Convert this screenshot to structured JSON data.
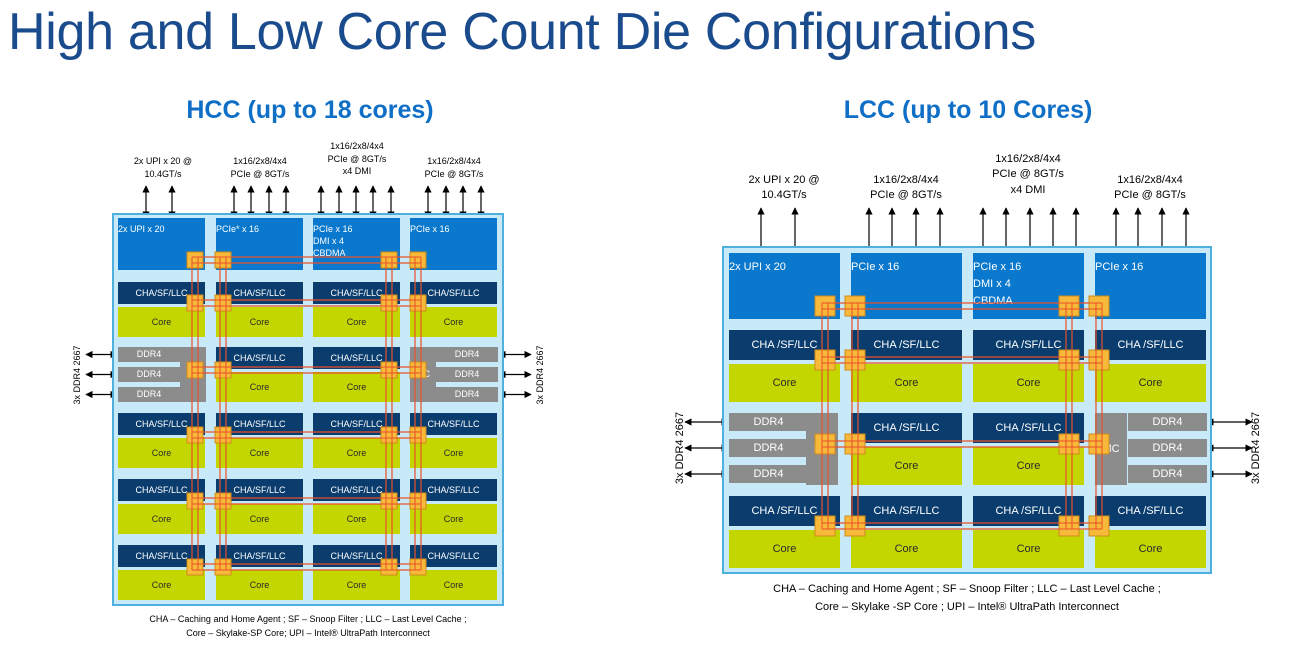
{
  "title": "High and Low Core Count Die Configurations",
  "hcc": {
    "subtitle": "HCC (up to 18 cores)",
    "top_labels": [
      "2x UPI x 20 @\n10.4GT/s",
      "1x16/2x8/4x4\nPCIe @ 8GT/s",
      "1x16/2x8/4x4\nPCIe @ 8GT/s\nx4 DMI",
      "1x16/2x8/4x4\nPCIe @ 8GT/s"
    ],
    "io_blocks": [
      "2x UPI x 20",
      "PCIe* x 16",
      "PCIe x 16\nDMI x 4\nCBDMA",
      "PCIe x 16"
    ],
    "cha_label": "CHA/SF/LLC",
    "core_label": "Core",
    "ddr_label": "DDR4",
    "mc_label": "MC",
    "side_label": "3x DDR4 2667",
    "footnote_1": "CHA – Caching and Home Agent  ; SF – Snoop Filter ; LLC – Last Level Cache ;",
    "footnote_2": "Core – Skylake-SP Core; UPI – Intel® UltraPath Interconnect"
  },
  "lcc": {
    "subtitle": "LCC (up to 10 Cores)",
    "top_labels": [
      "2x UPI x 20 @\n10.4GT/s",
      "1x16/2x8/4x4\nPCIe @ 8GT/s",
      "1x16/2x8/4x4\nPCIe @ 8GT/s\nx4 DMI",
      "1x16/2x8/4x4\nPCIe @ 8GT/s"
    ],
    "io_blocks": [
      "2x UPI x 20",
      "PCIe x 16",
      "PCIe x 16\nDMI x 4\nCBDMA",
      "PCIe x 16"
    ],
    "cha_label": "CHA /SF/LLC",
    "core_label": "Core",
    "ddr_label": "DDR4",
    "mc_label": "MC",
    "side_label": "3x DDR4 2667",
    "footnote_1": "CHA – Caching and Home Agent    ; SF – Snoop Filter  ; LLC – Last Level Cache   ;",
    "footnote_2": "Core – Skylake -SP Core ; UPI – Intel® UltraPath Interconnect"
  },
  "colors": {
    "io": "#0a78cc",
    "cha": "#0a3d6e",
    "core": "#c4d600",
    "ddr": "#8c8c8c",
    "die_bg": "#c8e9f7",
    "die_border": "#4fb0dd",
    "mesh": "#e8502a",
    "stop": "#f7b93a",
    "title": "#1a4b8c",
    "subtitle": "#0f6fc6"
  }
}
